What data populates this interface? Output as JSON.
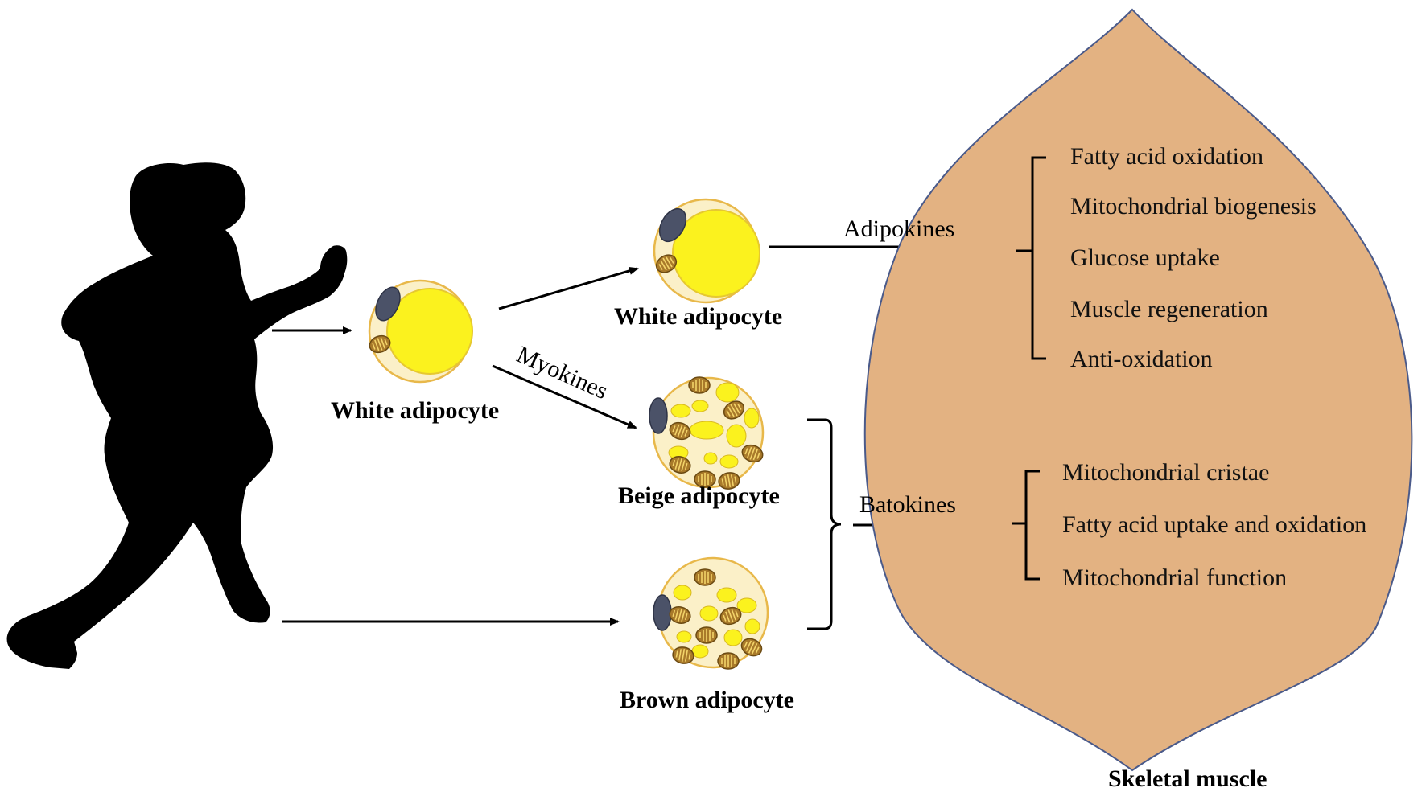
{
  "colors": {
    "muscle_fill": "#e3b282",
    "muscle_stroke": "#4a5a8a",
    "cell_bg": "#fbf0c8",
    "cell_ring": "#e8b84a",
    "lipid": "#fbf21e",
    "nucleus": "#4b5268",
    "mito": "#a97a2a",
    "silhouette": "#000000"
  },
  "icons": {
    "runner": "runner-silhouette-icon",
    "muscle": "skeletal-muscle-icon"
  },
  "cells": {
    "white_center": "White adipocyte",
    "white_top": "White adipocyte",
    "beige": "Beige adipocyte",
    "brown": "Brown adipocyte"
  },
  "signals": {
    "myokines": "Myokines",
    "adipokines": "Adipokines",
    "batokines": "Batokines"
  },
  "muscle": {
    "label": "Skeletal muscle",
    "adipokine_effects": [
      "Fatty acid oxidation",
      "Mitochondrial biogenesis",
      "Glucose uptake",
      "Muscle regeneration",
      "Anti-oxidation"
    ],
    "batokine_effects": [
      "Mitochondrial cristae",
      "Fatty acid uptake and oxidation",
      "Mitochondrial function"
    ]
  }
}
